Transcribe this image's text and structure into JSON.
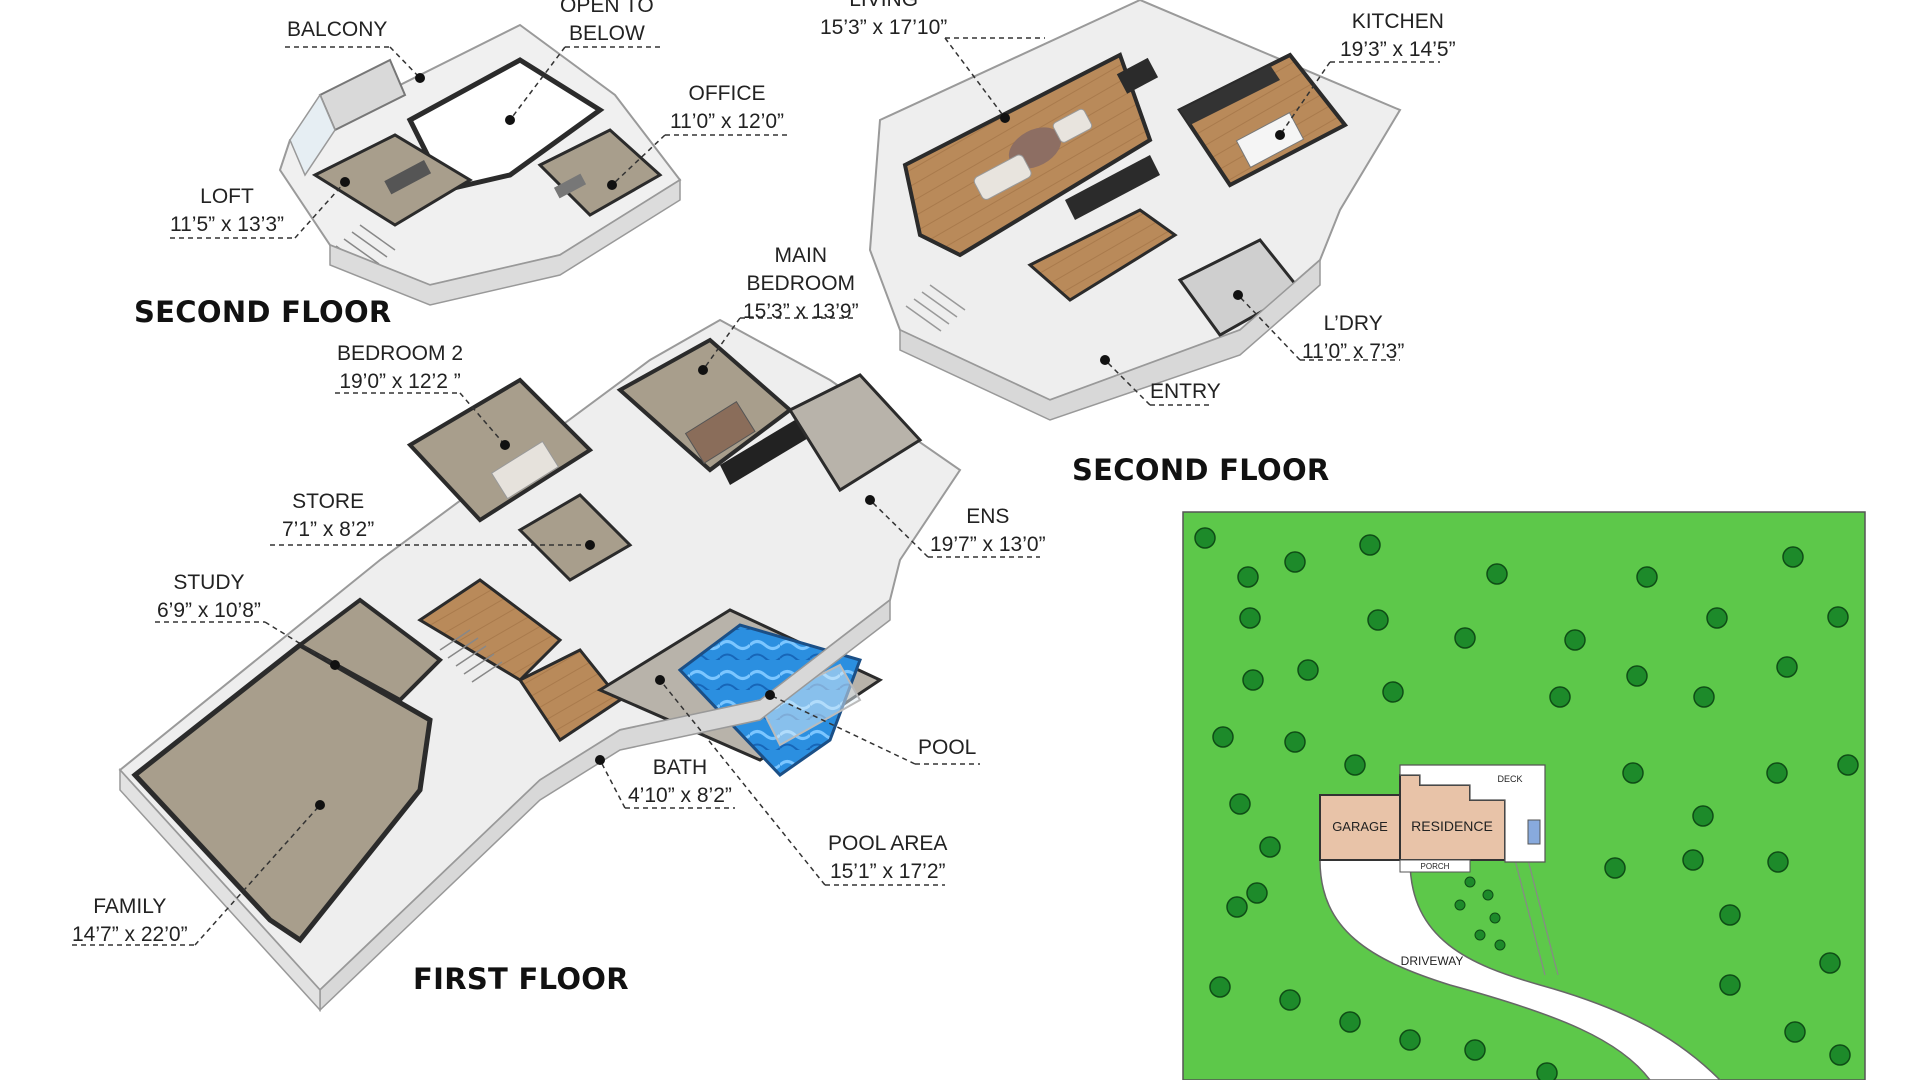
{
  "floors": {
    "second_left": "SECOND FLOOR",
    "second_right": "SECOND FLOOR",
    "first": "FIRST FLOOR"
  },
  "rooms": {
    "balcony": {
      "name": "BALCONY",
      "dim": ""
    },
    "open_to_below": {
      "name": "OPEN TO",
      "dim": "BELOW"
    },
    "office": {
      "name": "OFFICE",
      "dim": "11’0” x 12’0”"
    },
    "loft": {
      "name": "LOFT",
      "dim": "11’5” x 13’3”"
    },
    "living": {
      "name": "LIVING",
      "dim": "15’3” x 17’10”"
    },
    "kitchen": {
      "name": "KITCHEN",
      "dim": "19’3” x 14’5”"
    },
    "laundry": {
      "name": "L’DRY",
      "dim": "11’0” x 7’3”"
    },
    "entry": {
      "name": "ENTRY",
      "dim": ""
    },
    "main_bedroom": {
      "name": "MAIN",
      "name2": "BEDROOM",
      "dim": "15’3” x 13’9”"
    },
    "bedroom2": {
      "name": "BEDROOM 2",
      "dim": "19’0” x 12’2 ”"
    },
    "store": {
      "name": "STORE",
      "dim": "7’1” x 8’2”"
    },
    "ens": {
      "name": "ENS",
      "dim": "19’7” x 13’0”"
    },
    "study": {
      "name": "STUDY",
      "dim": "6’9” x 10’8”"
    },
    "pool": {
      "name": "POOL",
      "dim": ""
    },
    "bath": {
      "name": "BATH",
      "dim": "4’10” x 8’2”"
    },
    "pool_area": {
      "name": "POOL AREA",
      "dim": "15’1” x 17’2”"
    },
    "family": {
      "name": "FAMILY",
      "dim": "14’7” x 22’0”"
    }
  },
  "site": {
    "garage": "GARAGE",
    "residence": "RESIDENCE",
    "deck": "DECK",
    "porch": "PORCH",
    "driveway": "DRIVEWAY"
  },
  "colors": {
    "lawn": "#5dc84a",
    "tree": "#1d8a2a",
    "building": "#e8c3a8",
    "pool": "#2b8fe0",
    "wood_floor": "#b98a5a",
    "carpet": "#a89e8c",
    "wall_top": "#2b2b2b"
  }
}
